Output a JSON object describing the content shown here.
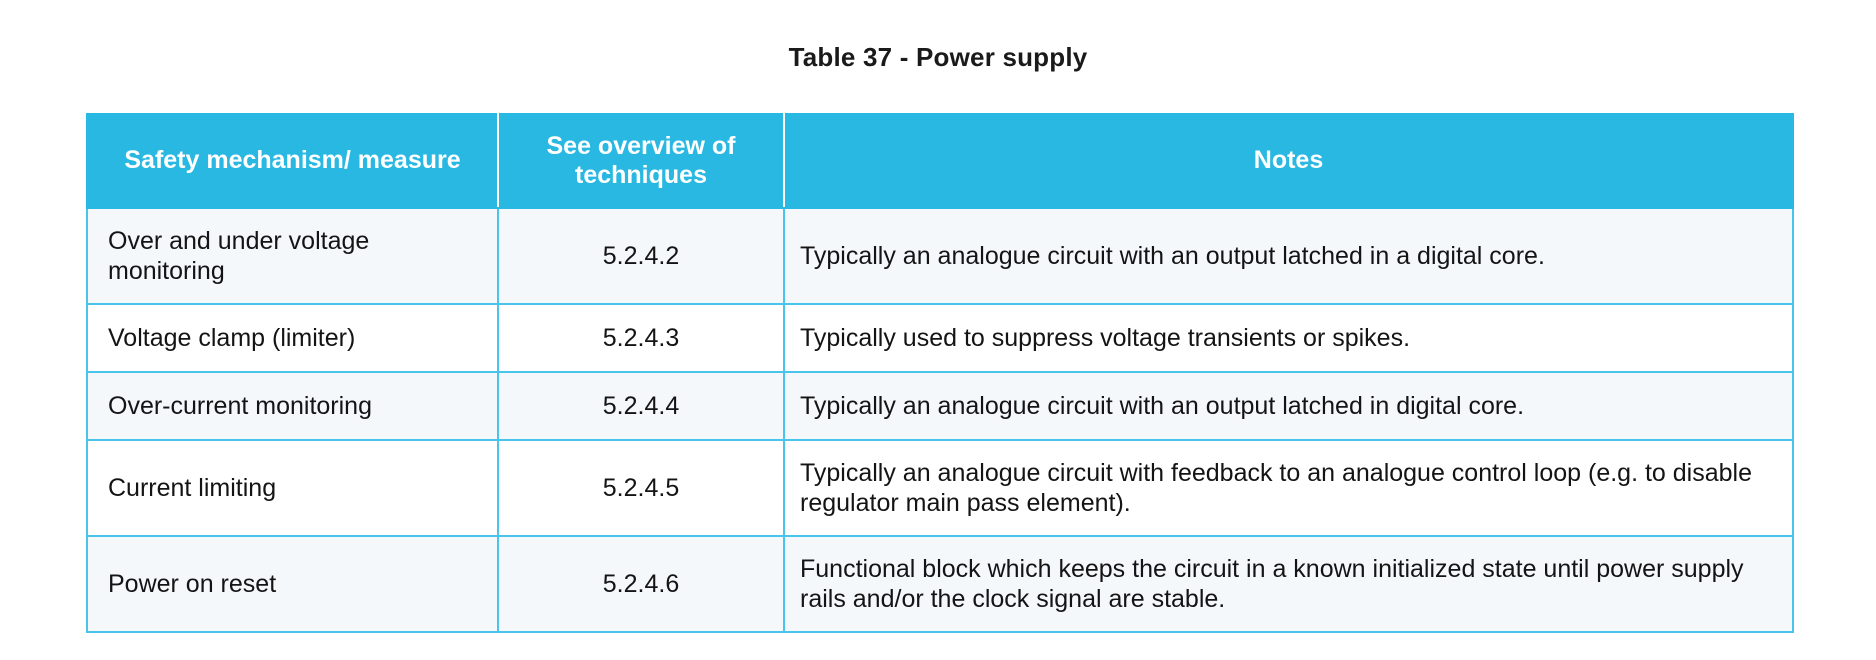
{
  "caption": "Table 37 - Power supply",
  "colors": {
    "header_background": "#29b8e2",
    "header_text": "#ffffff",
    "border": "#49c4ea",
    "row_shaded_background": "#f4f8fb",
    "row_plain_background": "#ffffff",
    "body_text": "#141414"
  },
  "table": {
    "columns": [
      {
        "key": "mechanism",
        "label": "Safety mechanism/ measure"
      },
      {
        "key": "reference",
        "label": "See overview of techniques"
      },
      {
        "key": "notes",
        "label": "Notes"
      }
    ],
    "rows": [
      {
        "mechanism": "Over and under voltage monitoring",
        "reference": "5.2.4.2",
        "notes": "Typically an analogue circuit with an output latched in a digital core.",
        "shaded": true,
        "tall": true
      },
      {
        "mechanism": "Voltage clamp (limiter)",
        "reference": "5.2.4.3",
        "notes": "Typically used to suppress voltage transients or spikes.",
        "shaded": false,
        "tall": false
      },
      {
        "mechanism": "Over-current monitoring",
        "reference": "5.2.4.4",
        "notes": "Typically an analogue circuit with an output latched in digital core.",
        "shaded": true,
        "tall": false
      },
      {
        "mechanism": "Current limiting",
        "reference": "5.2.4.5",
        "notes": "Typically an analogue circuit with feedback to an analogue control loop (e.g. to disable regulator main pass element).",
        "shaded": false,
        "tall": true
      },
      {
        "mechanism": "Power on reset",
        "reference": "5.2.4.6",
        "notes": "Functional block which keeps the circuit in a known initialized state until power supply rails and/or the clock signal are stable.",
        "shaded": true,
        "tall": true
      }
    ]
  }
}
